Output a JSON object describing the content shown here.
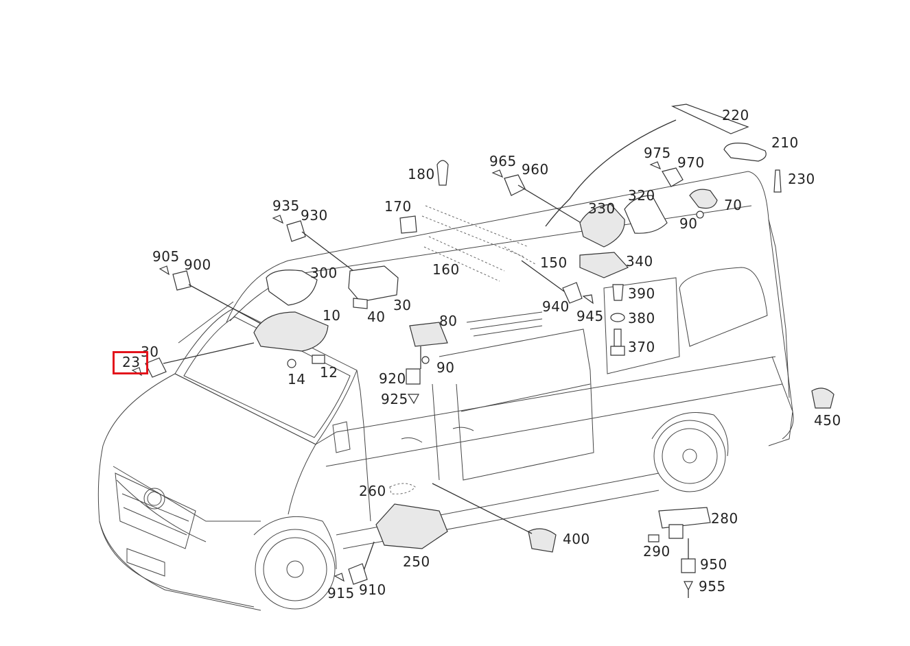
{
  "diagram": {
    "highlight_color": "#e3131b",
    "highlighted_part": "23",
    "labels": [
      {
        "id": "220",
        "text": "220"
      },
      {
        "id": "210",
        "text": "210"
      },
      {
        "id": "230",
        "text": "230"
      },
      {
        "id": "975",
        "text": "975"
      },
      {
        "id": "970",
        "text": "970"
      },
      {
        "id": "965",
        "text": "965"
      },
      {
        "id": "960",
        "text": "960"
      },
      {
        "id": "180",
        "text": "180"
      },
      {
        "id": "320",
        "text": "320"
      },
      {
        "id": "330",
        "text": "330"
      },
      {
        "id": "70",
        "text": "70"
      },
      {
        "id": "90a",
        "text": "90"
      },
      {
        "id": "935",
        "text": "935"
      },
      {
        "id": "930",
        "text": "930"
      },
      {
        "id": "170",
        "text": "170"
      },
      {
        "id": "150",
        "text": "150"
      },
      {
        "id": "340",
        "text": "340"
      },
      {
        "id": "160",
        "text": "160"
      },
      {
        "id": "905",
        "text": "905"
      },
      {
        "id": "900",
        "text": "900"
      },
      {
        "id": "300",
        "text": "300"
      },
      {
        "id": "390",
        "text": "390"
      },
      {
        "id": "30a",
        "text": "30"
      },
      {
        "id": "940",
        "text": "940"
      },
      {
        "id": "945",
        "text": "945"
      },
      {
        "id": "40",
        "text": "40"
      },
      {
        "id": "10",
        "text": "10"
      },
      {
        "id": "380",
        "text": "380"
      },
      {
        "id": "80",
        "text": "80"
      },
      {
        "id": "370",
        "text": "370"
      },
      {
        "id": "30b",
        "text": "30"
      },
      {
        "id": "23",
        "text": "23"
      },
      {
        "id": "12",
        "text": "12"
      },
      {
        "id": "90b",
        "text": "90"
      },
      {
        "id": "14",
        "text": "14"
      },
      {
        "id": "920",
        "text": "920"
      },
      {
        "id": "925",
        "text": "925"
      },
      {
        "id": "450",
        "text": "450"
      },
      {
        "id": "260",
        "text": "260"
      },
      {
        "id": "280",
        "text": "280"
      },
      {
        "id": "400",
        "text": "400"
      },
      {
        "id": "290",
        "text": "290"
      },
      {
        "id": "250",
        "text": "250"
      },
      {
        "id": "950",
        "text": "950"
      },
      {
        "id": "955",
        "text": "955"
      },
      {
        "id": "910",
        "text": "910"
      },
      {
        "id": "915",
        "text": "915"
      }
    ]
  }
}
